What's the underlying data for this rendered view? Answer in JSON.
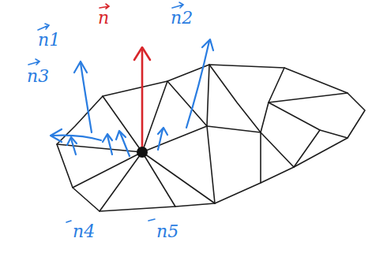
{
  "diagram": {
    "labels": [
      "n",
      "n1",
      "n2",
      "n3",
      "n4",
      "n5"
    ]
  }
}
